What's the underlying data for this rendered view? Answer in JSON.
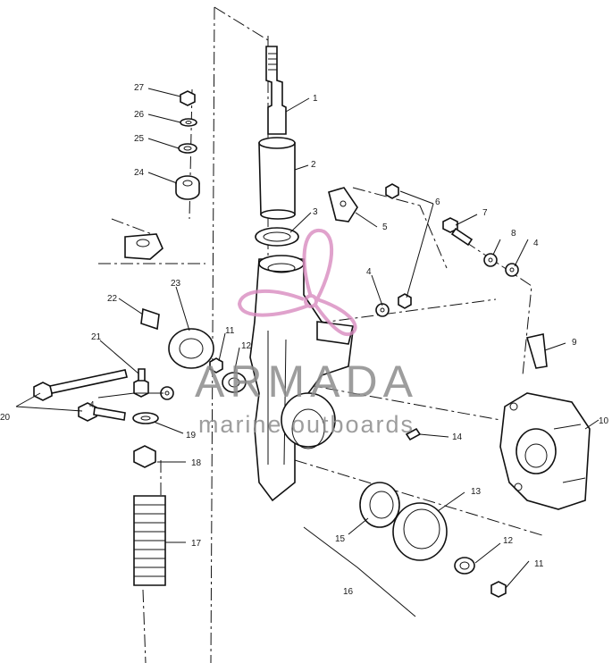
{
  "callouts": [
    "1",
    "2",
    "3",
    "4",
    "5",
    "6",
    "7",
    "8",
    "4",
    "9",
    "10",
    "11",
    "12",
    "13",
    "14",
    "15",
    "16",
    "17",
    "18",
    "19",
    "20",
    "21",
    "22",
    "23",
    "11",
    "12",
    "4",
    "24",
    "25",
    "26",
    "27"
  ],
  "watermark": {
    "brand": "ARMADA",
    "tagline": "marine outboards",
    "accent_color": "#d98cc0"
  }
}
